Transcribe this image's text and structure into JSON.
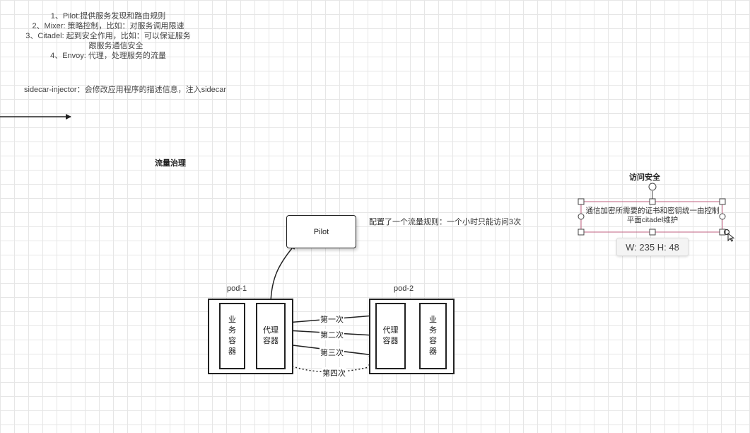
{
  "notes": {
    "line1": "1、Pilot:提供服务发现和路由规则",
    "line2": "2、Mixer: 策略控制，比如：对服务调用限速",
    "line3": "3、Citadel: 起到安全作用，比如：可以保证服务",
    "line3b": "跟服务通信安全",
    "line4": "4、Envoy: 代理，处理服务的流量"
  },
  "injector_note": "sidecar-injector：会修改应用程序的描述信息，注入sidecar",
  "traffic_title": "流量治理",
  "security_title": "访问安全",
  "pilot_label": "Pilot",
  "rule_note": "配置了一个流量规则：一个小时只能访问3次",
  "pod1": {
    "label": "pod-1",
    "business": "业务容器",
    "proxy": "代理容器"
  },
  "pod2": {
    "label": "pod-2",
    "business": "业务容器",
    "proxy": "代理容器"
  },
  "requests": [
    "第一次",
    "第二次",
    "第三次",
    "第四次"
  ],
  "selected_text": {
    "line1": "通信加密所需要的证书和密钥统一由控制",
    "line2": "平面citadel维护"
  },
  "size_badge": "W: 235  H: 48"
}
